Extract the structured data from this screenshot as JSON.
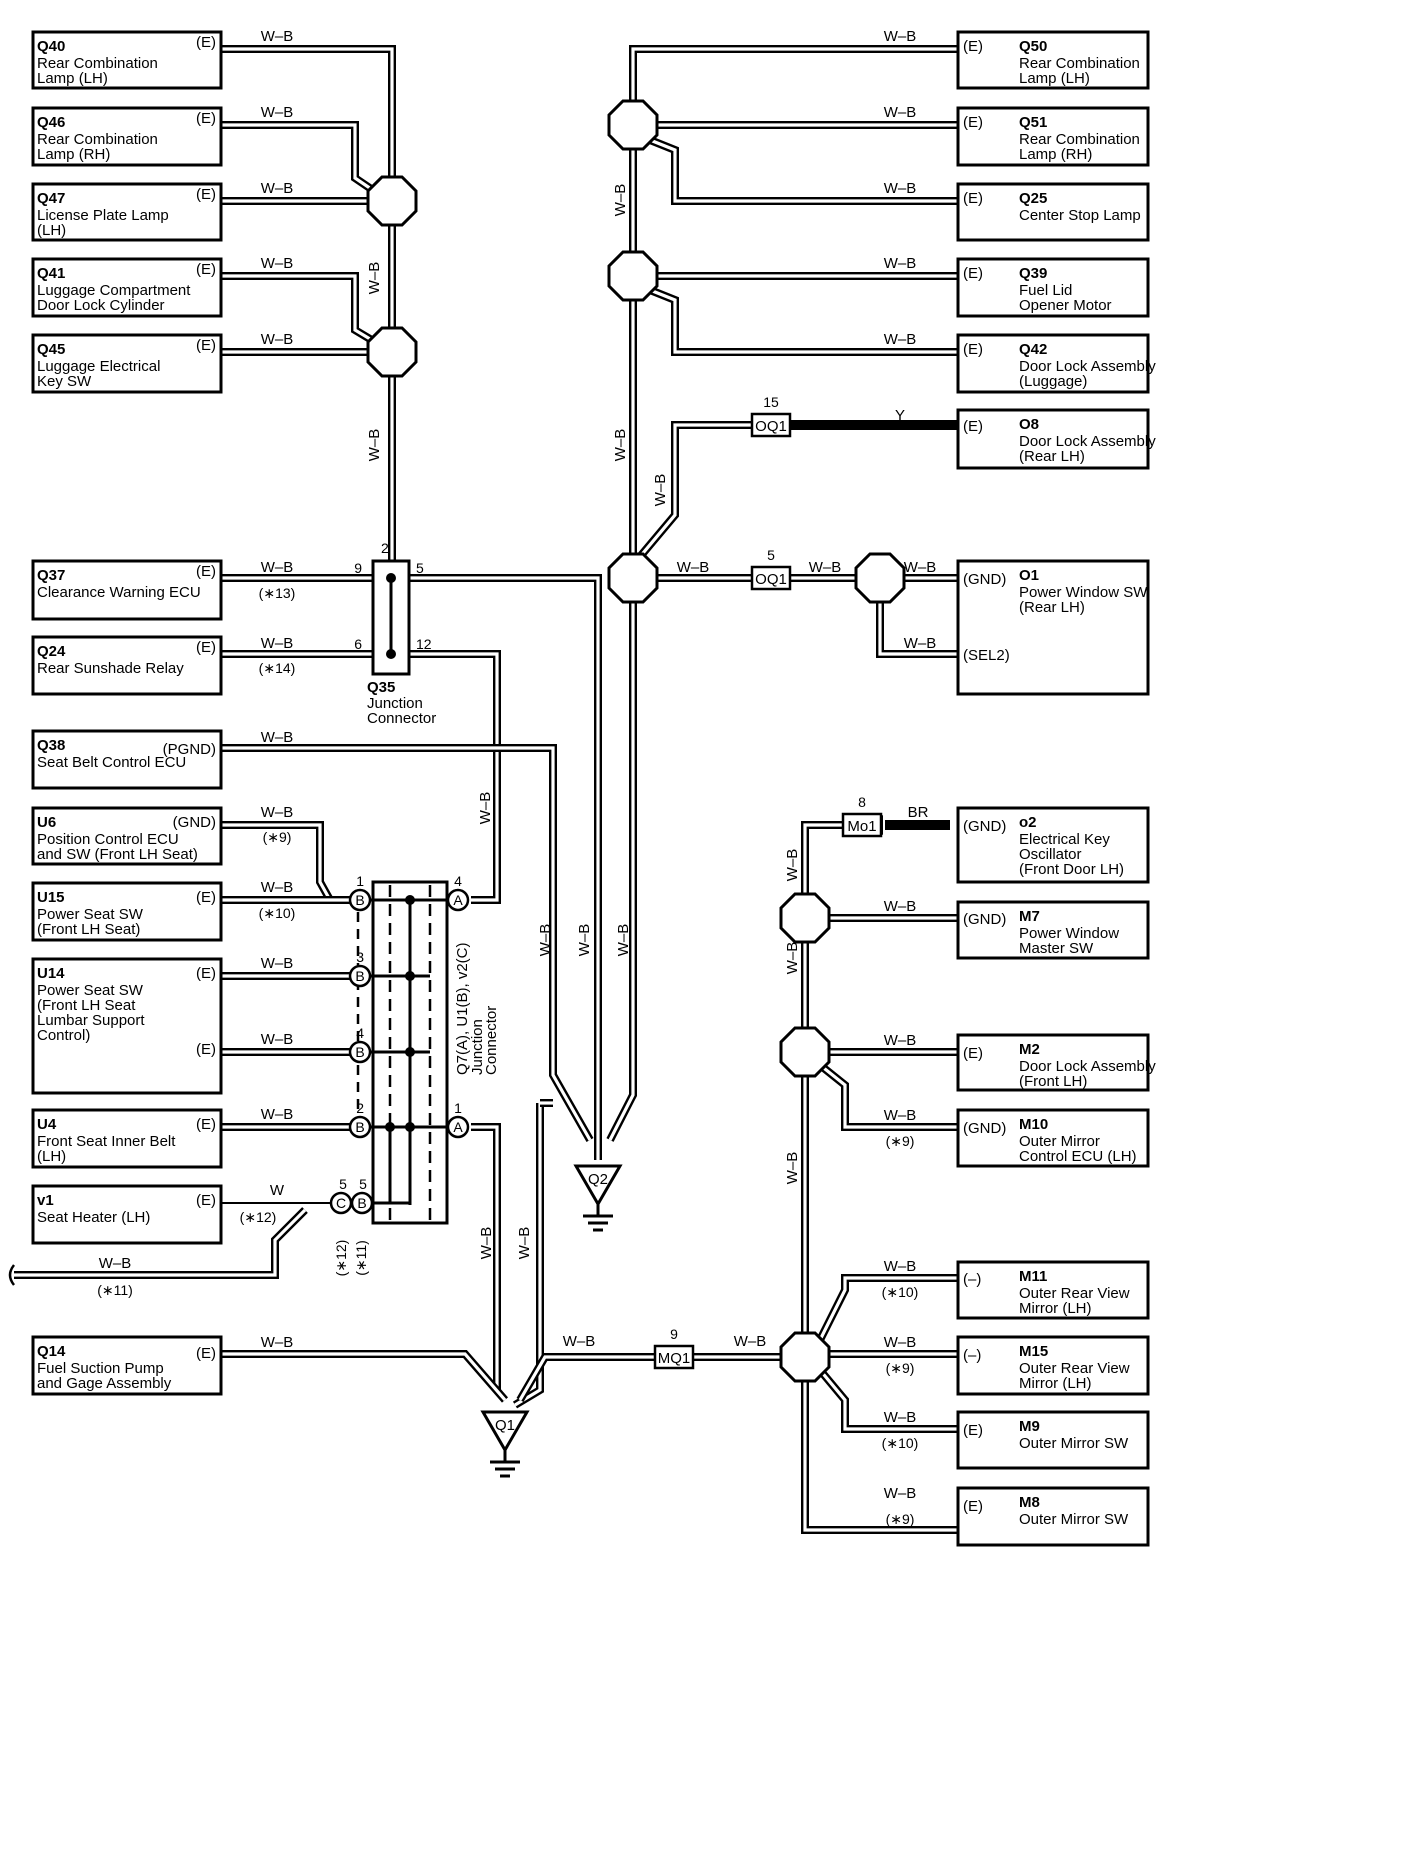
{
  "left_components": [
    {
      "id": "Q40",
      "name": [
        "Rear Combination",
        "Lamp (LH)"
      ],
      "pin": "(E)",
      "wire": "W–B"
    },
    {
      "id": "Q46",
      "name": [
        "Rear Combination",
        "Lamp (RH)"
      ],
      "pin": "(E)",
      "wire": "W–B"
    },
    {
      "id": "Q47",
      "name": [
        "License Plate Lamp",
        "(LH)"
      ],
      "pin": "(E)",
      "wire": "W–B"
    },
    {
      "id": "Q41",
      "name": [
        "Luggage Compartment",
        "Door Lock Cylinder"
      ],
      "pin": "(E)",
      "wire": "W–B"
    },
    {
      "id": "Q45",
      "name": [
        "Luggage Electrical",
        "Key SW"
      ],
      "pin": "(E)",
      "wire": "W–B"
    },
    {
      "id": "Q37",
      "name": [
        "Clearance Warning ECU"
      ],
      "pin": "(E)",
      "wire": "W–B",
      "note": "(∗13)"
    },
    {
      "id": "Q24",
      "name": [
        "Rear Sunshade Relay"
      ],
      "pin": "(E)",
      "wire": "W–B",
      "note": "(∗14)"
    },
    {
      "id": "Q38",
      "name": [
        "Seat Belt Control ECU"
      ],
      "pin": "(PGND)",
      "wire": "W–B"
    },
    {
      "id": "U6",
      "name": [
        "Position Control ECU",
        "and SW (Front LH Seat)"
      ],
      "pin": "(GND)",
      "wire": "W–B",
      "note": "(∗9)"
    },
    {
      "id": "U15",
      "name": [
        "Power Seat SW",
        "(Front LH Seat)"
      ],
      "pin": "(E)",
      "wire": "W–B",
      "note": "(∗10)"
    },
    {
      "id": "U14",
      "name": [
        "Power Seat SW",
        "(Front LH Seat",
        "Lumbar Support",
        "Control)"
      ],
      "pins": [
        "(E)",
        "(E)"
      ],
      "wire": "W–B"
    },
    {
      "id": "U4",
      "name": [
        "Front Seat Inner Belt",
        "(LH)"
      ],
      "pin": "(E)",
      "wire": "W–B"
    },
    {
      "id": "v1",
      "name": [
        "Seat Heater (LH)"
      ],
      "pin": "(E)",
      "wire": "W",
      "note": "(∗12)"
    },
    {
      "id": "Q14",
      "name": [
        "Fuel Suction Pump",
        "and Gage Assembly"
      ],
      "pin": "(E)",
      "wire": "W–B"
    }
  ],
  "right_components": [
    {
      "id": "Q50",
      "name": [
        "Rear Combination",
        "Lamp (LH)"
      ],
      "pin": "(E)",
      "wire": "W–B"
    },
    {
      "id": "Q51",
      "name": [
        "Rear Combination",
        "Lamp (RH)"
      ],
      "pin": "(E)",
      "wire": "W–B"
    },
    {
      "id": "Q25",
      "name": [
        "Center Stop Lamp"
      ],
      "pin": "(E)",
      "wire": "W–B"
    },
    {
      "id": "Q39",
      "name": [
        "Fuel Lid",
        "Opener Motor"
      ],
      "pin": "(E)",
      "wire": "W–B"
    },
    {
      "id": "Q42",
      "name": [
        "Door Lock Assembly",
        "(Luggage)"
      ],
      "pin": "(E)",
      "wire": "W–B"
    },
    {
      "id": "O8",
      "name": [
        "Door Lock Assembly",
        "(Rear LH)"
      ],
      "pin": "(E)",
      "wire": "Y"
    },
    {
      "id": "O1",
      "name": [
        "Power Window SW",
        "(Rear LH)"
      ],
      "pins": [
        "(GND)",
        "(SEL2)"
      ],
      "wire": "W–B"
    },
    {
      "id": "o2",
      "name": [
        "Electrical Key",
        "Oscillator",
        "(Front Door LH)"
      ],
      "pin": "(GND)",
      "wire": "BR"
    },
    {
      "id": "M7",
      "name": [
        "Power Window",
        "Master SW"
      ],
      "pin": "(GND)",
      "wire": "W–B"
    },
    {
      "id": "M2",
      "name": [
        "Door Lock Assembly",
        "(Front LH)"
      ],
      "pin": "(E)",
      "wire": "W–B"
    },
    {
      "id": "M10",
      "name": [
        "Outer Mirror",
        "Control ECU (LH)"
      ],
      "pin": "(GND)",
      "wire": "W–B",
      "note": "(∗9)"
    },
    {
      "id": "M11",
      "name": [
        "Outer Rear View",
        "Mirror (LH)"
      ],
      "pin": "(–)",
      "wire": "W–B",
      "note": "(∗10)"
    },
    {
      "id": "M15",
      "name": [
        "Outer Rear View",
        "Mirror (LH)"
      ],
      "pin": "(–)",
      "wire": "W–B",
      "note": "(∗9)"
    },
    {
      "id": "M9",
      "name": [
        "Outer Mirror SW"
      ],
      "pin": "(E)",
      "wire": "W–B",
      "note": "(∗10)"
    },
    {
      "id": "M8",
      "name": [
        "Outer Mirror SW"
      ],
      "pin": "(E)",
      "wire": "W–B",
      "note": "(∗9)"
    }
  ],
  "junction_q35": {
    "id": "Q35",
    "name": [
      "Junction",
      "Connector"
    ],
    "pins": [
      "2",
      "9",
      "5",
      "6",
      "12"
    ]
  },
  "junction_big": {
    "label": [
      "Q7(A), U1(B), v2(C)",
      "Junction",
      "Connector"
    ],
    "left_pins": [
      [
        "1",
        "B"
      ],
      [
        "3",
        "B"
      ],
      [
        "4",
        "B"
      ],
      [
        "2",
        "B"
      ]
    ],
    "c_pin": [
      "5",
      "C"
    ],
    "b5_pin": [
      "5",
      "B"
    ],
    "right_pins": [
      [
        "4",
        "A"
      ],
      [
        "1",
        "A"
      ]
    ],
    "notes": [
      "(∗12)",
      "(∗11)"
    ]
  },
  "inline_connectors": [
    {
      "id": "OQ1",
      "pin": "15"
    },
    {
      "id": "OQ1",
      "pin": "5"
    },
    {
      "id": "Mo1",
      "pin": "8"
    },
    {
      "id": "MQ1",
      "pin": "9"
    }
  ],
  "grounds": [
    "Q2",
    "Q1"
  ],
  "vertical_labels": [
    "W–B"
  ],
  "misc_wires": {
    "wb": "W–B",
    "w": "W",
    "y": "Y",
    "br": "BR",
    "left_note": "(∗11)"
  }
}
